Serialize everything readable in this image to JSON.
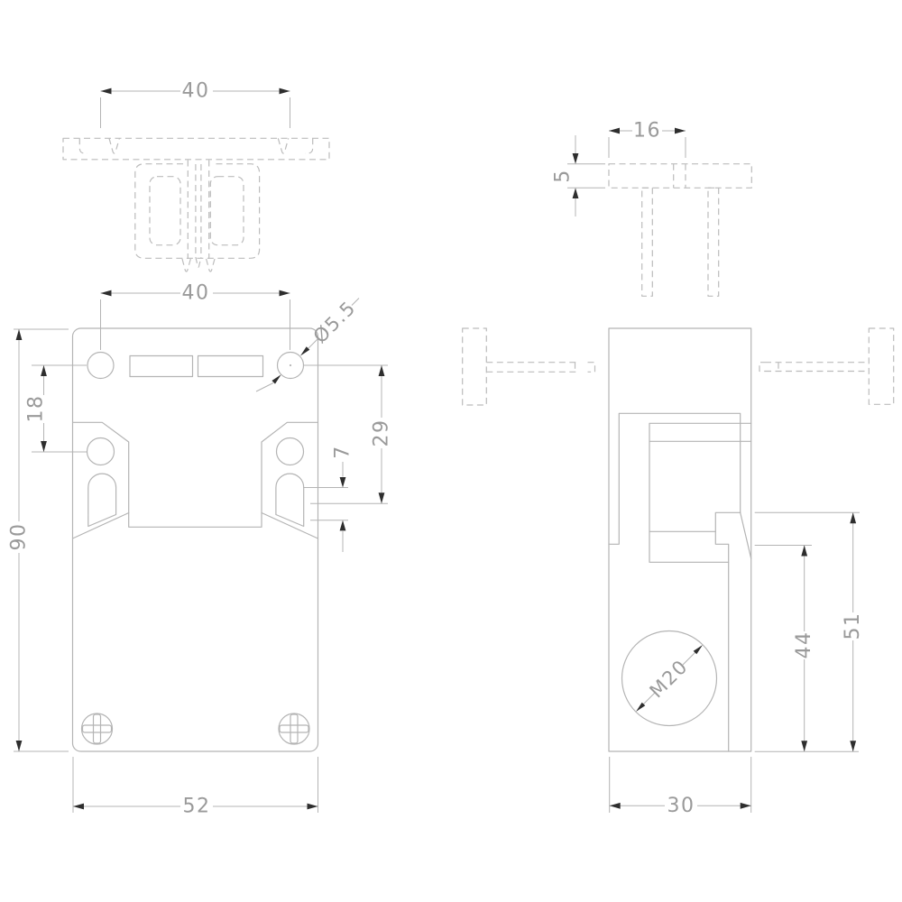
{
  "drawing": {
    "title": "safety-switch-dimension-drawing",
    "units": "mm",
    "colors": {
      "background": "#ffffff",
      "object_line": "#b4b4b4",
      "phantom_line": "#bcbcbc",
      "dimension_text": "#9a9a9a",
      "arrow": "#2e2e2e"
    },
    "front_view": {
      "dimensions": {
        "actuator_width": "40",
        "mounting_hole_spacing": "40",
        "mounting_hole_diameter": "Ø5.5",
        "hole_row_spacing": "18",
        "body_height": "90",
        "head_depth": "29",
        "slot_height": "7",
        "body_width": "52"
      }
    },
    "side_view": {
      "dimensions": {
        "actuator_slot_width": "16",
        "flange_thickness": "5",
        "conduit_thread": "M20",
        "conduit_center_height": "44",
        "latch_step_height": "51",
        "body_depth": "30"
      }
    }
  }
}
